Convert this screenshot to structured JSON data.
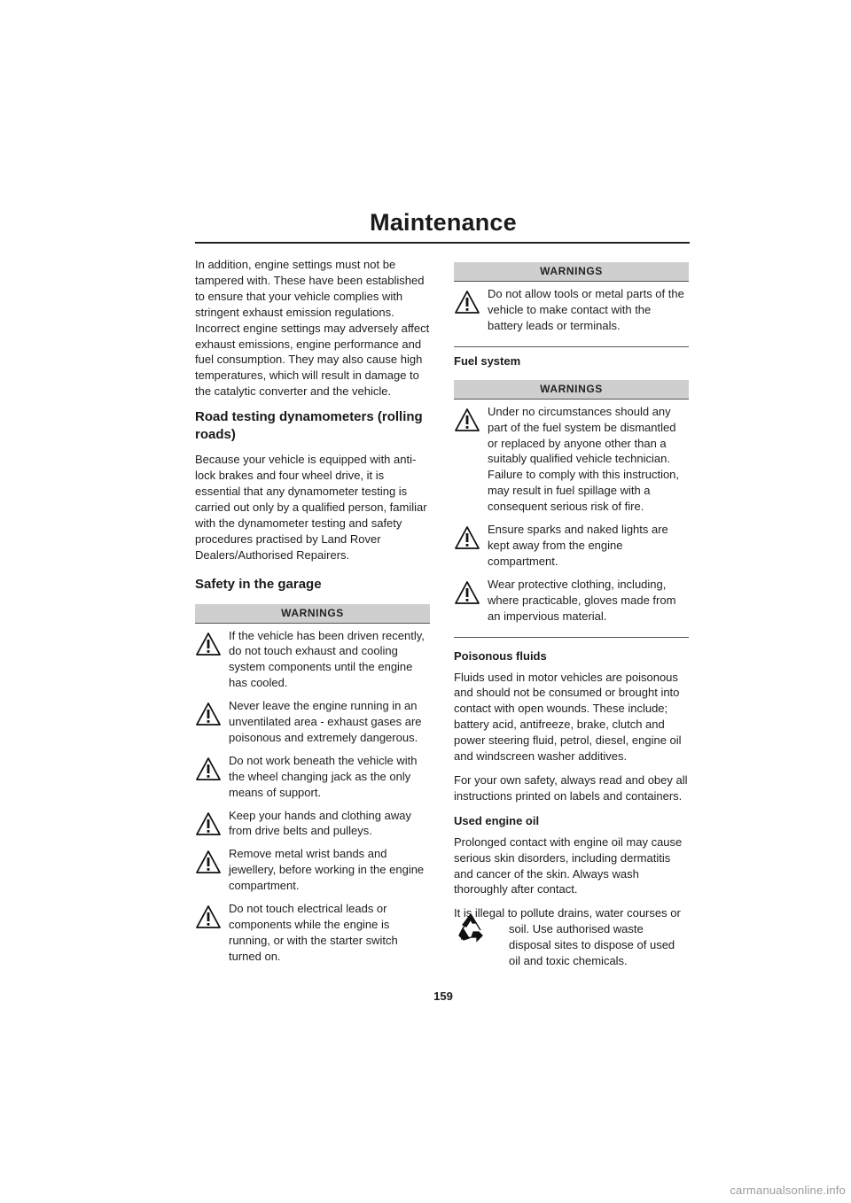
{
  "header": {
    "title": "Maintenance"
  },
  "left": {
    "intro": "In addition, engine settings must not be tampered with. These have been established to ensure that your vehicle complies with stringent exhaust emission regulations. Incorrect engine settings may adversely affect exhaust emissions, engine performance and fuel consumption. They may also cause high temperatures, which will result in damage to the catalytic converter and the vehicle.",
    "h_dyno": "Road testing dynamometers (rolling roads)",
    "dyno_text": "Because your vehicle is equipped with anti-lock brakes and four wheel drive, it is essential that any dynamometer testing is carried out only by a qualified person, familiar with the dynamometer testing and safety procedures practised by Land Rover Dealers/Authorised Repairers.",
    "h_garage": "Safety in the garage",
    "warnings_title": "WARNINGS",
    "warnings": [
      "If the vehicle has been driven recently, do not touch exhaust and cooling system components until the engine has cooled.",
      "Never leave the engine running in an unventilated area - exhaust gases are poisonous and extremely dangerous.",
      "Do not work beneath the vehicle with the wheel changing jack as the only means of support.",
      "Keep your hands and clothing away from drive belts and pulleys.",
      "Remove metal wrist bands and jewellery, before working in the engine compartment.",
      "Do not touch electrical leads or components while the engine is running, or with the starter switch turned on."
    ]
  },
  "right": {
    "warnings1_title": "WARNINGS",
    "warnings1": [
      "Do not allow tools or metal parts of the vehicle to make contact with the battery leads or terminals."
    ],
    "h_fuel": "Fuel system",
    "warnings2_title": "WARNINGS",
    "warnings2": [
      "Under no circumstances should any part of the fuel system be dismantled or replaced by anyone other than a suitably qualified vehicle technician. Failure to comply with this instruction, may result in fuel spillage with a consequent serious risk of fire.",
      "Ensure sparks and naked lights are kept away from the engine compartment.",
      "Wear protective clothing, including, where practicable, gloves made from an impervious material."
    ],
    "h_poison": "Poisonous fluids",
    "poison_text": "Fluids used in motor vehicles are poisonous and should not be consumed or brought into contact with open wounds. These include; battery acid, antifreeze, brake, clutch and power steering fluid, petrol, diesel, engine oil and windscreen washer additives.",
    "poison_text2": "For your own safety, always read and obey all instructions printed on labels and containers.",
    "h_oil": "Used engine oil",
    "oil_text": "Prolonged contact with engine oil may cause serious skin disorders, including dermatitis and cancer of the skin. Always wash thoroughly after contact.",
    "eco_text": "It is illegal to pollute drains, water courses or soil. Use authorised waste disposal sites to dispose of used oil and toxic chemicals."
  },
  "footer": {
    "page_number": "159",
    "site": "carmanualsonline.info"
  }
}
